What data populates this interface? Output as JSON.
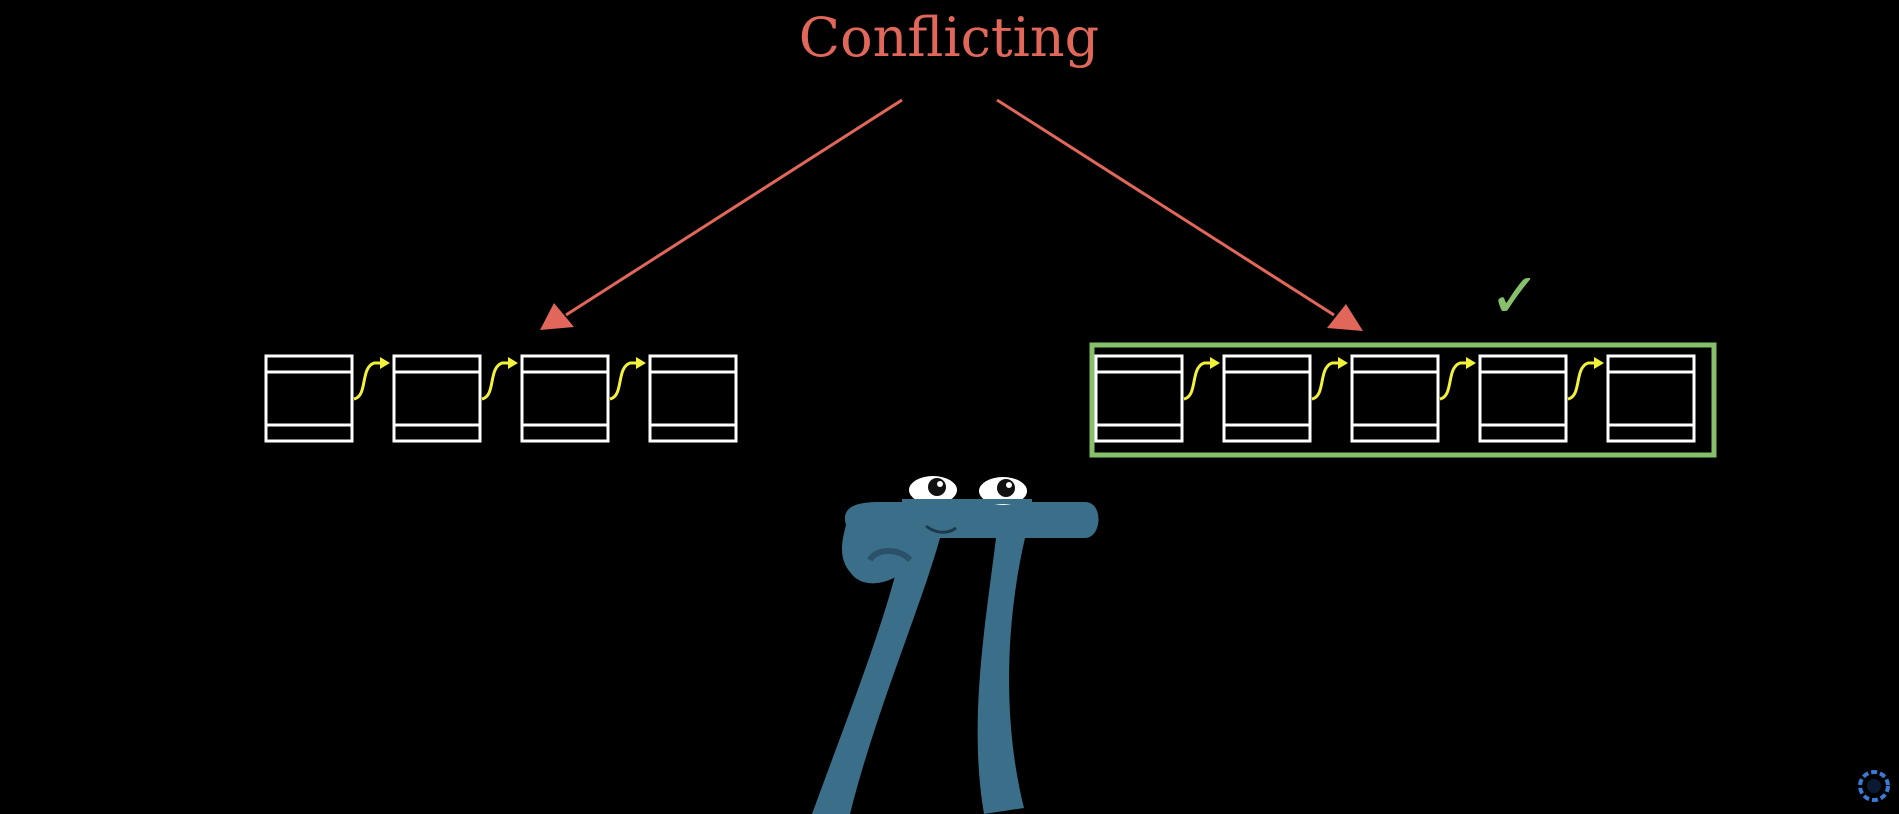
{
  "title": "Conflicting",
  "colors": {
    "background": "#000000",
    "conflict": "#e0675a",
    "block_stroke": "#ffffff",
    "link_arrow": "#f2f23a",
    "accepted": "#86c06a",
    "pi_body": "#3b6e88",
    "eye_white": "#ffffff",
    "pupil": "#111111"
  },
  "chains": [
    {
      "name": "left-chain",
      "block_count": 4,
      "accepted": false
    },
    {
      "name": "right-chain",
      "block_count": 5,
      "accepted": true
    }
  ],
  "accepted_mark": "✓",
  "icons": [
    "check-icon",
    "pi-creature",
    "loading-spinner-icon"
  ]
}
